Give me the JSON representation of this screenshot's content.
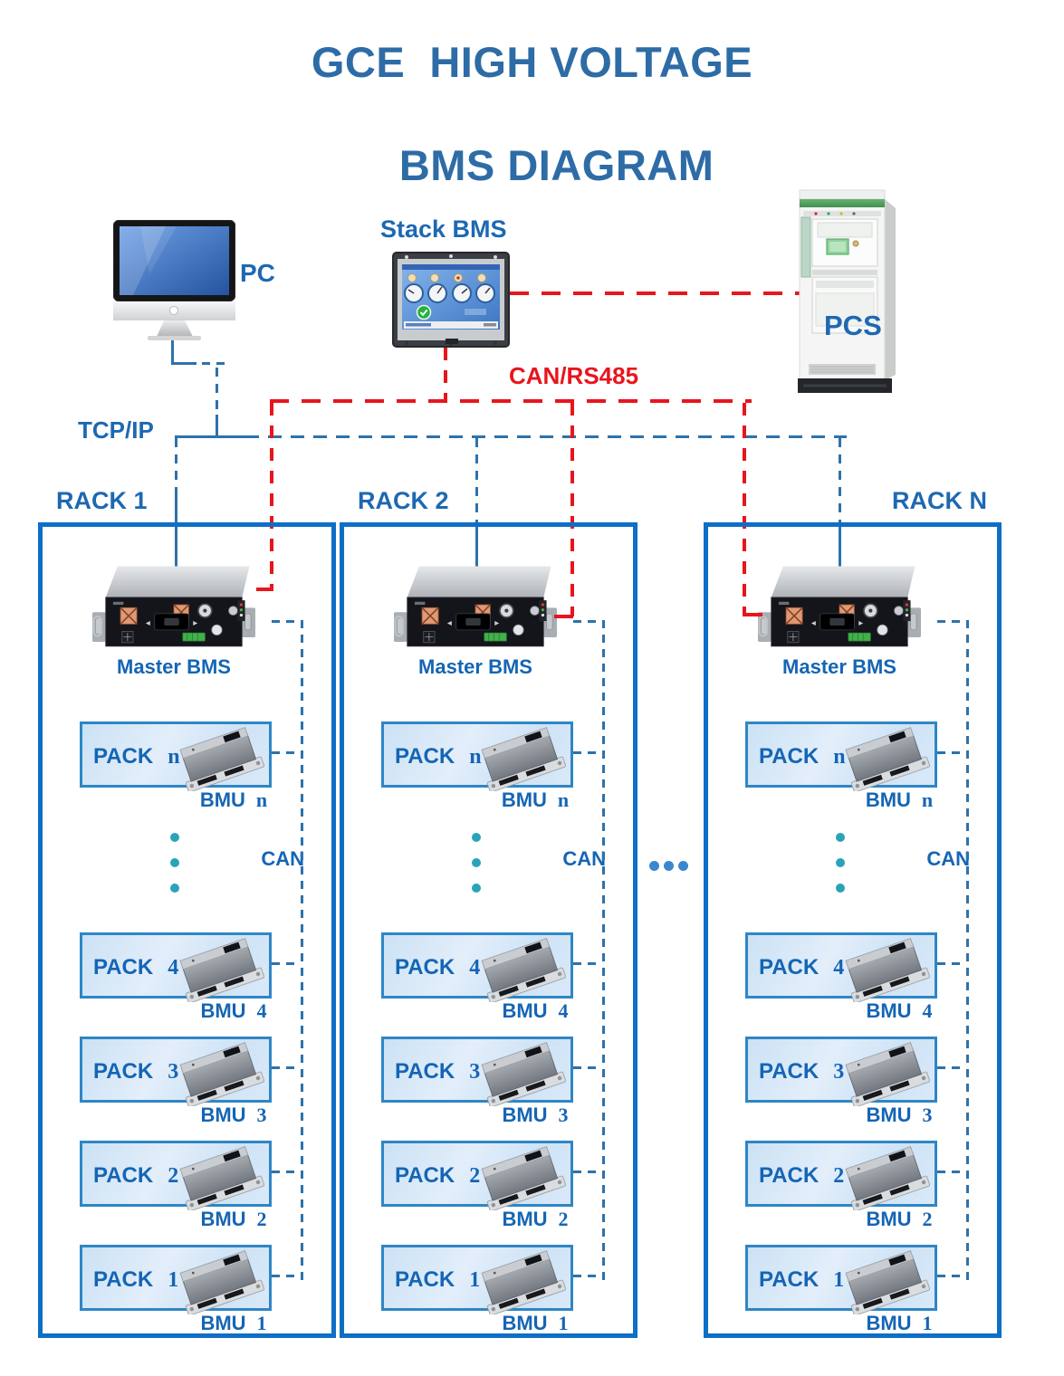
{
  "title": {
    "line1": "GCE  HIGH VOLTAGE",
    "line2": "BMS DIAGRAM"
  },
  "devices": {
    "pc_label": "PC",
    "stack_bms_label": "Stack BMS",
    "pcs_label": "PCS"
  },
  "connections": {
    "tcpip_label": "TCP/IP",
    "can_rs485_label": "CAN/RS485",
    "can_label": "CAN"
  },
  "colors": {
    "title_blue": "#2d6ca6",
    "label_blue": "#1565b4",
    "line_blue": "#2d72ac",
    "rack_border_blue": "#0f6ec6",
    "pack_fill_blue": "#cde3f6",
    "bus_red": "#e8151d",
    "ellipsis_teal": "#2aa3b8"
  },
  "racks": [
    {
      "label": "RACK 1",
      "master_label": "Master BMS",
      "packs": [
        {
          "pack_label": "PACK",
          "pack_num": "n",
          "bmu_label": "BMU",
          "bmu_num": "n"
        },
        {
          "pack_label": "PACK",
          "pack_num": "4",
          "bmu_label": "BMU",
          "bmu_num": "4"
        },
        {
          "pack_label": "PACK",
          "pack_num": "3",
          "bmu_label": "BMU",
          "bmu_num": "3"
        },
        {
          "pack_label": "PACK",
          "pack_num": "2",
          "bmu_label": "BMU",
          "bmu_num": "2"
        },
        {
          "pack_label": "PACK",
          "pack_num": "1",
          "bmu_label": "BMU",
          "bmu_num": "1"
        }
      ]
    },
    {
      "label": "RACK 2",
      "master_label": "Master BMS",
      "packs": [
        {
          "pack_label": "PACK",
          "pack_num": "n",
          "bmu_label": "BMU",
          "bmu_num": "n"
        },
        {
          "pack_label": "PACK",
          "pack_num": "4",
          "bmu_label": "BMU",
          "bmu_num": "4"
        },
        {
          "pack_label": "PACK",
          "pack_num": "3",
          "bmu_label": "BMU",
          "bmu_num": "3"
        },
        {
          "pack_label": "PACK",
          "pack_num": "2",
          "bmu_label": "BMU",
          "bmu_num": "2"
        },
        {
          "pack_label": "PACK",
          "pack_num": "1",
          "bmu_label": "BMU",
          "bmu_num": "1"
        }
      ]
    },
    {
      "label": "RACK N",
      "master_label": "Master BMS",
      "packs": [
        {
          "pack_label": "PACK",
          "pack_num": "n",
          "bmu_label": "BMU",
          "bmu_num": "n"
        },
        {
          "pack_label": "PACK",
          "pack_num": "4",
          "bmu_label": "BMU",
          "bmu_num": "4"
        },
        {
          "pack_label": "PACK",
          "pack_num": "3",
          "bmu_label": "BMU",
          "bmu_num": "3"
        },
        {
          "pack_label": "PACK",
          "pack_num": "2",
          "bmu_label": "BMU",
          "bmu_num": "2"
        },
        {
          "pack_label": "PACK",
          "pack_num": "1",
          "bmu_label": "BMU",
          "bmu_num": "1"
        }
      ]
    }
  ]
}
